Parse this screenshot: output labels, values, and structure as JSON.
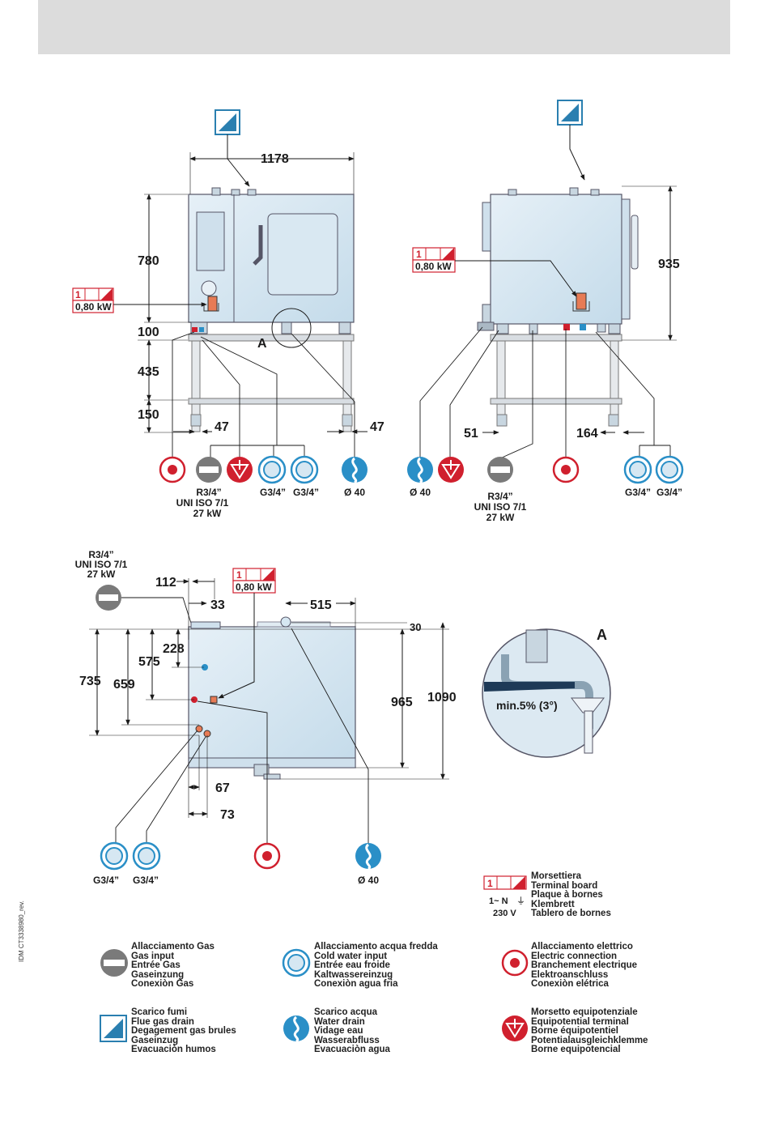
{
  "front_view": {
    "width": "1178",
    "height": "780",
    "foot": "100",
    "stand_upper": "435",
    "stand_lower": "150",
    "offset_left": "47",
    "offset_right": "47",
    "detail_label": "A",
    "power_box_label": "0,80 kW",
    "conn_labels": {
      "gas": [
        "R3/4”",
        "UNI ISO 7/1",
        "27 kW"
      ],
      "water_a": "G3/4”",
      "water_b": "G3/4”",
      "drain": "Ø 40"
    }
  },
  "side_view": {
    "height": "935",
    "offset_left": "51",
    "offset_right": "164",
    "power_box_label": "0,80 kW",
    "conn_labels": {
      "drain": "Ø 40",
      "gas": [
        "R3/4”",
        "UNI ISO 7/1",
        "27 kW"
      ],
      "water_a": "G3/4”",
      "water_b": "G3/4”"
    }
  },
  "plan_view": {
    "gas_label": [
      "R3/4”",
      "UNI ISO 7/1",
      "27 kW"
    ],
    "dims": {
      "d112": "112",
      "d33": "33",
      "d515": "515",
      "d30": "30",
      "d228": "228",
      "d575": "575",
      "d735": "735",
      "d659": "659",
      "d965": "965",
      "d1090": "1090",
      "d67": "67",
      "d73": "73"
    },
    "power_box_label": "0,80 kW",
    "conn_labels": {
      "water_a": "G3/4”",
      "water_b": "G3/4”",
      "drain": "Ø 40"
    }
  },
  "detail_a": {
    "title": "A",
    "slope": "min.5% (3°)"
  },
  "terminal_board": {
    "badge_number": "1",
    "supply": [
      "1~ N",
      "230 V"
    ],
    "lines": [
      "Morsettiera",
      "Terminal board",
      "Plaque à bornes",
      "Klembrett",
      "Tablero de bornes"
    ]
  },
  "legend": {
    "gas": [
      "Allacciamento Gas",
      "Gas input",
      "Entrée Gas",
      "Gaseinzung",
      "Conexiòn Gas"
    ],
    "cold_water": [
      "Allacciamento acqua fredda",
      "Cold water input",
      "Entrée eau froide",
      "Kaltwassereinzug",
      "Conexiòn agua fria"
    ],
    "electric": [
      "Allacciamento elettrico",
      "Electric connection",
      "Branchement electrique",
      "Elektroanschluss",
      "Conexiòn elétrica"
    ],
    "flue": [
      "Scarico fumi",
      "Flue gas drain",
      "Degagement gas brules",
      "Gaseinzug",
      "Evacuaciòn humos"
    ],
    "water_drain": [
      "Scarico acqua",
      "Water drain",
      "Vidage eau",
      "Wasserabfluss",
      "Evacuaciòn agua"
    ],
    "equipotential": [
      "Morsetto equipotenziale",
      "Equipotential terminal",
      "Borne équipotentiel",
      "Potentialausgleichklemme",
      "Borne equipotencial"
    ]
  },
  "side_code": "IDM   CT3338980_rev.",
  "colors": {
    "accent_blue": "#2a8fc7",
    "power_red": "#d0202e",
    "gas_grey": "#7a7a7a",
    "fill_blue": "#d6e7f2"
  }
}
